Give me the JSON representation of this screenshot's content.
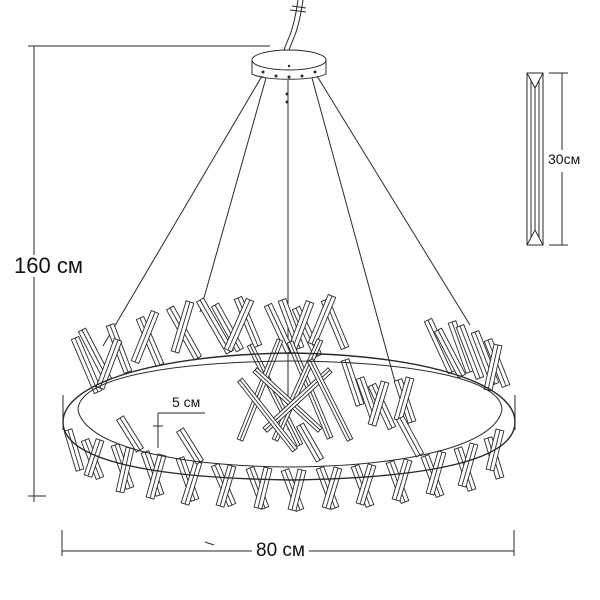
{
  "dimensions": {
    "height_label": "160 см",
    "width_label": "80 см",
    "crystal_label": "30см",
    "ring_label": "5 см"
  },
  "colors": {
    "line": "#2a2a2a",
    "text": "#111111",
    "background": "#ffffff"
  }
}
